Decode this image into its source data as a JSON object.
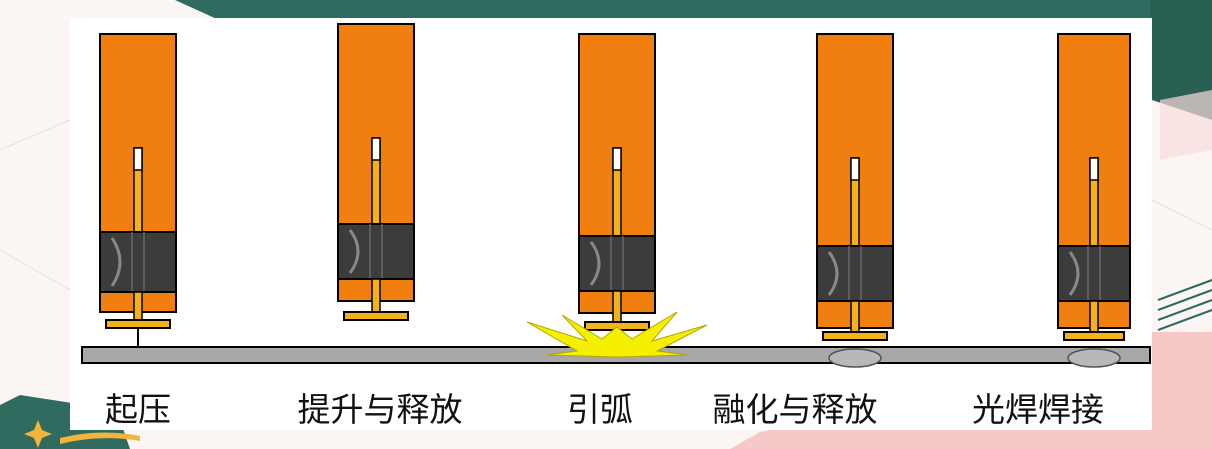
{
  "colors": {
    "slide_green": "#2f6b5e",
    "slide_pink": "#f6c9c8",
    "slide_gold": "#f2b43c",
    "ferrule_orange": "#f07f10",
    "chuck_gray": "#3c3c3c",
    "stud_yellow": "#f3b21a",
    "arc_yellow": "#f5f000",
    "weld_pool_gray": "#b8b8b8",
    "workpiece_gray": "#a8a8a8",
    "outline": "#000000"
  },
  "stages": [
    {
      "label": "起压"
    },
    {
      "label": "提升与释放"
    },
    {
      "label": "引弧"
    },
    {
      "label": "融化与释放"
    },
    {
      "label": "光焊焊接"
    }
  ]
}
